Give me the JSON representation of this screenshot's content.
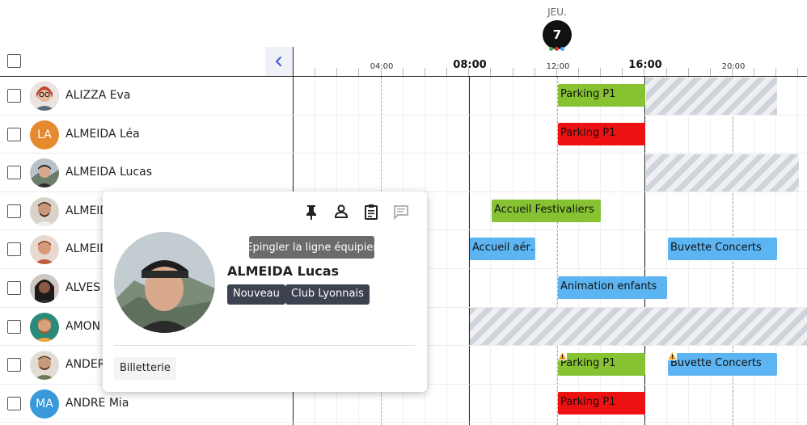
{
  "header": {
    "day_label": "JEU.",
    "day_number": "7",
    "hours": [
      {
        "label": "04:00",
        "major": false
      },
      {
        "label": "08:00",
        "major": true
      },
      {
        "label": "12:00",
        "major": false
      },
      {
        "label": "16:00",
        "major": true
      },
      {
        "label": "20:00",
        "major": false
      }
    ],
    "dot_colors": [
      "#4caf50",
      "#e53935",
      "#42a5f5"
    ]
  },
  "rows": [
    {
      "name": "ALIZZA Eva",
      "initials": "",
      "avatar_color": "#c95a4a"
    },
    {
      "name": "ALMEIDA Léa",
      "initials": "LA",
      "avatar_color": "#e58a2e"
    },
    {
      "name": "ALMEIDA Lucas",
      "initials": "",
      "avatar_color": "#6b7d6b"
    },
    {
      "name": "ALMEIDA",
      "initials": "",
      "avatar_color": "#8a6a55"
    },
    {
      "name": "ALMEID",
      "initials": "",
      "avatar_color": "#a0603f"
    },
    {
      "name": "ALVES I",
      "initials": "",
      "avatar_color": "#3a2f2c"
    },
    {
      "name": "AMON",
      "initials": "",
      "avatar_color": "#2b8a7a"
    },
    {
      "name": "ANDER",
      "initials": "",
      "avatar_color": "#7a5a3e"
    },
    {
      "name": "ANDRE Mia",
      "initials": "MA",
      "avatar_color": "#3a9ad9"
    }
  ],
  "shifts": [
    {
      "label": "Parking P1"
    },
    {
      "label": "Parking P1"
    },
    {
      "label": "Accueil Festivaliers"
    },
    {
      "label": "Accueil aér…"
    },
    {
      "label": "Buvette Concerts"
    },
    {
      "label": "Animation enfants"
    },
    {
      "label": "Parking P1"
    },
    {
      "label": "Buvette Concerts"
    },
    {
      "label": "Parking P1"
    }
  ],
  "popover": {
    "tooltip": "Epingler la ligne équipier",
    "name": "ALMEIDA Lucas",
    "tags": [
      "Nouveau",
      "Club Lyonnais"
    ],
    "skill": "Billetterie",
    "icons": [
      "pin-icon",
      "person-icon",
      "clipboard-icon",
      "chat-icon"
    ]
  },
  "colors": {
    "green": "#86c232",
    "red": "#ee1111",
    "blue": "#5cb5f2",
    "tag": "#3c4250"
  }
}
